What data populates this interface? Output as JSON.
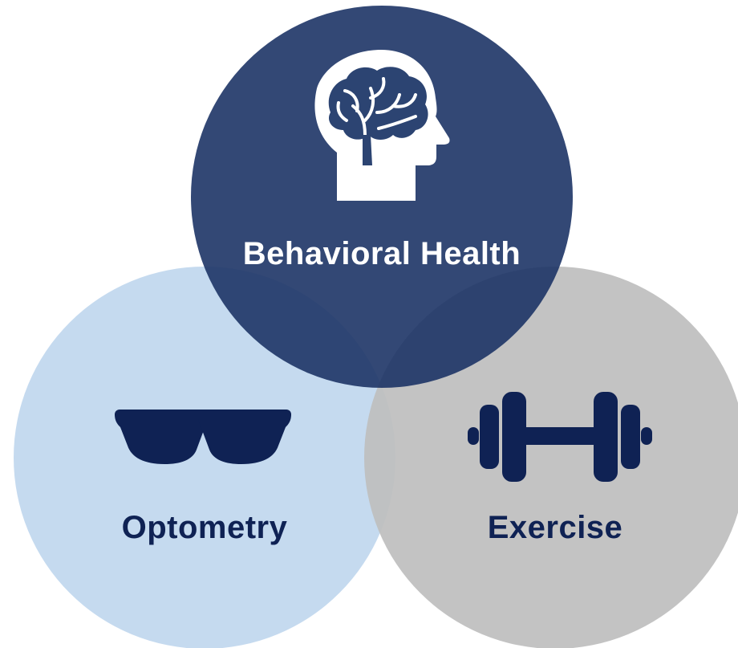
{
  "diagram": {
    "type": "venn",
    "circles": [
      {
        "id": "behavioral-health",
        "label": "Behavioral Health",
        "icon": "brain-head-icon",
        "fill": "#2c4472",
        "label_color": "#ffffff"
      },
      {
        "id": "optometry",
        "label": "Optometry",
        "icon": "sunglasses-icon",
        "fill": "#c3d9ee",
        "label_color": "#0f2254"
      },
      {
        "id": "exercise",
        "label": "Exercise",
        "icon": "dumbbell-icon",
        "fill": "#bebebe",
        "label_color": "#0f2254"
      }
    ],
    "icon_colors": {
      "dark": "#0f2254",
      "light": "#ffffff"
    }
  }
}
